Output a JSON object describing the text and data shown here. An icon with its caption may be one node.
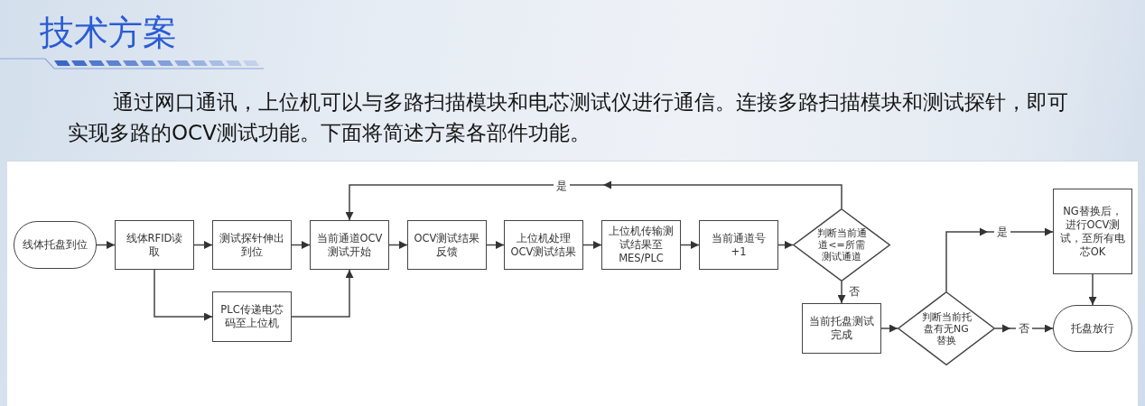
{
  "diagram": {
    "title": "技术方案",
    "nodes": [
      {
        "text": [
          "线体托盘到位"
        ]
      },
      {
        "text": [
          "线体RFID读取"
        ]
      },
      {
        "text": [
          "测试探针伸出到位"
        ]
      },
      {
        "text": [
          "当前通道OCV测试开始"
        ]
      },
      {
        "text": [
          "PLC传递电芯码至上位机"
        ]
      },
      {
        "text": [
          "OCV测试结果反馈"
        ]
      },
      {
        "text": [
          "上位机处理OCV测试结果"
        ]
      },
      {
        "text": [
          "上位机传输测试结果至MES/PLC"
        ]
      },
      {
        "text": [
          "当前通道号+1"
        ]
      },
      {
        "text": [
          "判断当前通道<=所需测试通道"
        ]
      },
      {
        "text": [
          "当前托盘测试完成"
        ]
      },
      {
        "text": [
          "判断当前托盘有无NG替换"
        ]
      },
      {
        "text": [
          "NG替换后，进行OCV测试，至所有电芯OK"
        ]
      },
      {
        "text": [
          "托盘放行"
        ]
      }
    ],
    "edges": [
      {
        "from": 0,
        "to": 1,
        "arrow": "to"
      },
      {
        "from": 1,
        "to": 2,
        "arrow": "to"
      },
      {
        "from": 2,
        "to": 3,
        "arrow": "to"
      },
      {
        "from": 1,
        "to": 4,
        "arrow": "to"
      },
      {
        "from": 4,
        "to": 3,
        "arrow": "to"
      },
      {
        "from": 3,
        "to": 5,
        "arrow": "to"
      },
      {
        "from": 5,
        "to": 6,
        "arrow": "to"
      },
      {
        "from": 6,
        "to": 7,
        "arrow": "to"
      },
      {
        "from": 7,
        "to": 8,
        "arrow": "to"
      },
      {
        "from": 8,
        "to": 9,
        "arrow": "to"
      },
      {
        "from": 9,
        "to": 3,
        "arrow": "to",
        "label": "是"
      },
      {
        "from": 9,
        "to": 10,
        "arrow": "to",
        "label": "否"
      },
      {
        "from": 10,
        "to": 11,
        "arrow": "to"
      },
      {
        "from": 11,
        "to": 12,
        "arrow": "to",
        "label": "是"
      },
      {
        "from": 11,
        "to": 13,
        "arrow": "to",
        "label": "否"
      },
      {
        "from": 12,
        "to": 13,
        "arrow": "to"
      }
    ],
    "labels": [
      "通过网口通讯，上位机可以与多路扫描模块和电芯测试仪进行通信。连接多路扫描模块和测试探针，即可实现多路的OCV测试功能。下面将简述方案各部件功能。"
    ]
  }
}
